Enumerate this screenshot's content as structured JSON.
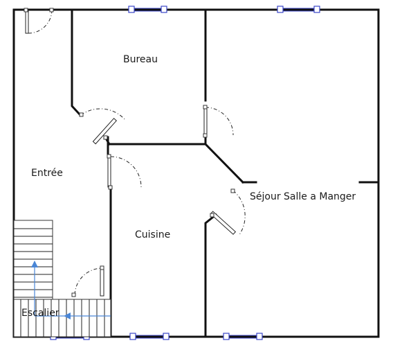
{
  "rooms": {
    "bureau": "Bureau",
    "entree": "Entrée",
    "sejour": "Séjour Salle a Manger",
    "cuisine": "Cuisine",
    "escalier": "Escalier"
  },
  "colors": {
    "wall": "#111111",
    "window": "#3a45c8",
    "stair_arrow": "#4a86d6"
  }
}
